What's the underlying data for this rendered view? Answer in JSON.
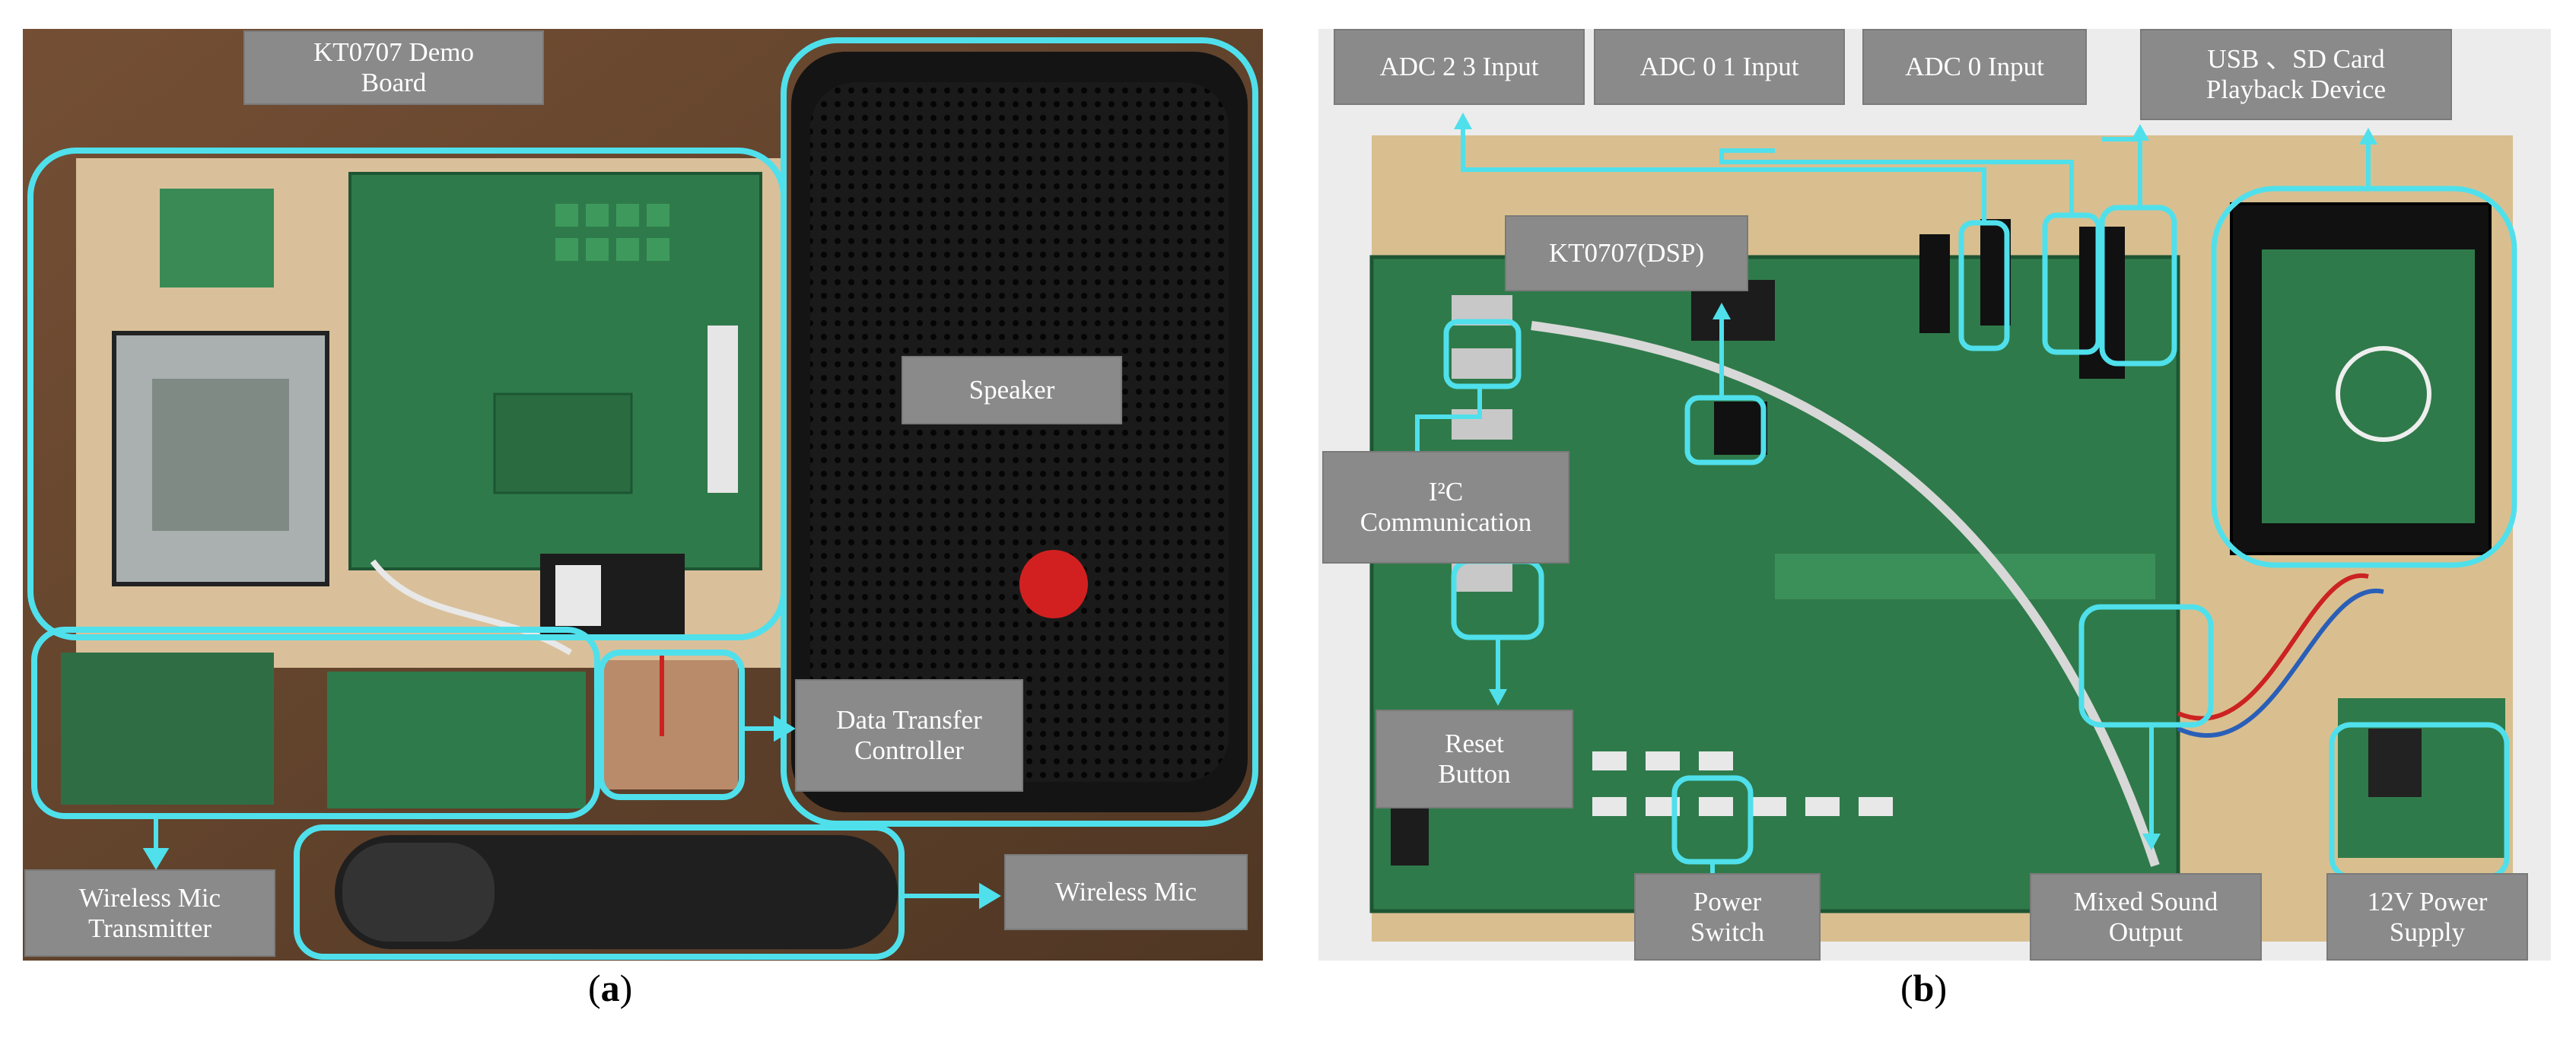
{
  "panel_a": {
    "labels": {
      "demo_board_1": "KT0707 Demo",
      "demo_board_2": "Board",
      "speaker": "Speaker",
      "data_transfer_1": "Data Transfer",
      "data_transfer_2": "Controller",
      "wireless_mic_tx_1": "Wireless Mic",
      "wireless_mic_tx_2": "Transmitter",
      "wireless_mic": "Wireless Mic"
    },
    "caption_open": "(",
    "caption_letter": "a",
    "caption_close": ")"
  },
  "panel_b": {
    "labels": {
      "adc23": "ADC 2 3 Input",
      "adc01": "ADC 0 1 Input",
      "adc0": "ADC 0 Input",
      "usb_sd_1": "USB 、SD Card",
      "usb_sd_2": "Playback Device",
      "kt0707": "KT0707(DSP)",
      "i2c_1": "I²C",
      "i2c_2": "Communication",
      "reset_1": "Reset",
      "reset_2": "Button",
      "power_switch_1": "Power",
      "power_switch_2": "Switch",
      "mixed_1": "Mixed Sound",
      "mixed_2": "Output",
      "psu_1": "12V Power",
      "psu_2": "Supply"
    },
    "caption_open": "(",
    "caption_letter": "b",
    "caption_close": ")"
  },
  "colors": {
    "highlight": "#4fe0ec",
    "label_bg": "#8a8a8a",
    "pcb_green": "#2f7a4a",
    "wood": "#d9bf8f",
    "speaker_black": "#1b1b1b"
  }
}
